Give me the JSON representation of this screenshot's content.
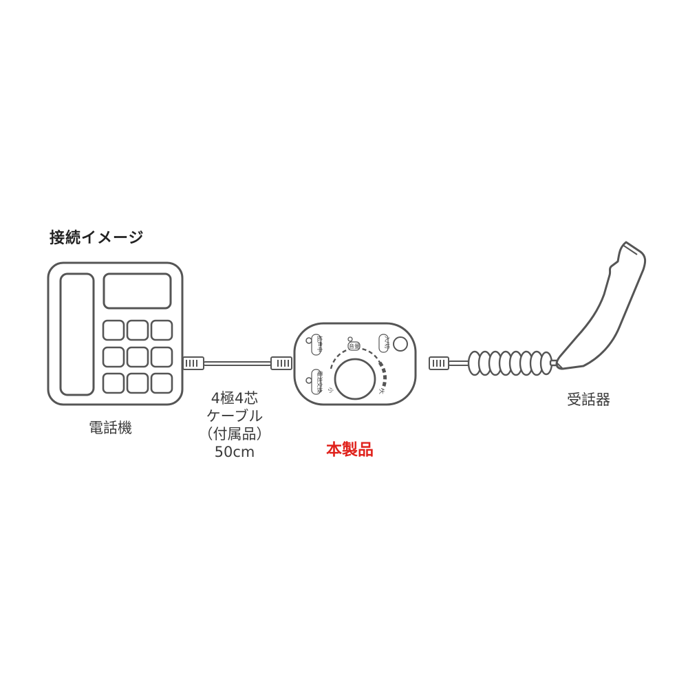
{
  "title": "接続イメージ",
  "labels": {
    "telephone": "電話機",
    "cable_line1": "4極4芯",
    "cable_line2": "ケーブル",
    "cable_line3": "（付属品）",
    "cable_line4": "50cm",
    "product": "本製品",
    "handset": "受話器"
  },
  "device": {
    "call_indicator": "拡声中",
    "exchange_indicator": "電池交換",
    "volume_label": "音量",
    "power_label": "入/切",
    "scale_min": "小",
    "scale_max": "大"
  },
  "colors": {
    "outline": "#555555",
    "product_label": "#e0221c",
    "text": "#3a3a3a"
  }
}
